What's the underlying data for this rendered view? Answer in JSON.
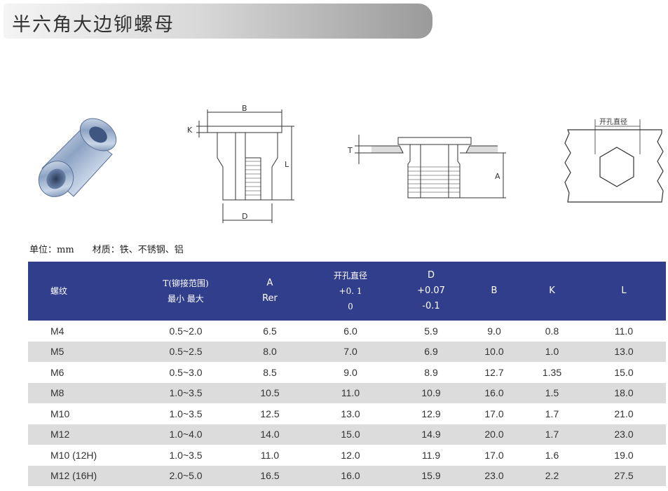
{
  "title": "半六角大边铆螺母",
  "drawings": {
    "side_labels": {
      "B": "B",
      "K": "K",
      "L": "L",
      "D": "D"
    },
    "install_labels": {
      "T": "T",
      "A": "A"
    },
    "hole_label": "开孔直径"
  },
  "unit_line": {
    "unit": "单位：mm",
    "material": "材质：铁、不锈钢、铝"
  },
  "table": {
    "headers": {
      "thread": "螺纹",
      "t_line1": "T(铆接范围)",
      "t_line2": "最小  最大",
      "a_line1": "A",
      "a_line2": "Rer",
      "hole_line1": "开孔直径",
      "hole_line2": "+0. 1",
      "hole_line3": "0",
      "d_line1": "D",
      "d_line2": "+0.07",
      "d_line3": "-0.1",
      "b": "B",
      "k": "K",
      "l": "L"
    },
    "rows": [
      [
        "M4",
        "0.5~2.0",
        "6.5",
        "6.0",
        "5.9",
        "9.0",
        "0.8",
        "11.0"
      ],
      [
        "M5",
        "0.5~2.5",
        "8.0",
        "7.0",
        "6.9",
        "10.0",
        "1.0",
        "13.0"
      ],
      [
        "M6",
        "0.5~3.0",
        "8.5",
        "9.0",
        "8.9",
        "12.7",
        "1.35",
        "15.0"
      ],
      [
        "M8",
        "1.0~3.5",
        "10.5",
        "11.0",
        "10.9",
        "16.0",
        "1.5",
        "18.0"
      ],
      [
        "M10",
        "1.0~3.5",
        "12.5",
        "13.0",
        "12.9",
        "17.0",
        "1.7",
        "21.0"
      ],
      [
        "M12",
        "1.0~4.0",
        "14.0",
        "15.0",
        "14.9",
        "20.0",
        "1.7",
        "23.0"
      ],
      [
        "M10 (12H)",
        "1.0~3.5",
        "11.0",
        "12.0",
        "11.9",
        "17.0",
        "1.6",
        "19.0"
      ],
      [
        "M12 (16H)",
        "2.0~5.0",
        "16.5",
        "16.0",
        "15.9",
        "23.0",
        "2.2",
        "27.5"
      ]
    ]
  }
}
